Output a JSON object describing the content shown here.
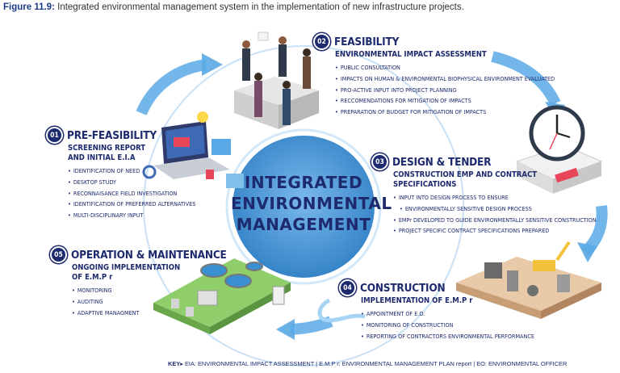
{
  "caption": {
    "label": "Figure 11.9:",
    "text": "Integrated environmental management system in the implementation of new infrastructure projects."
  },
  "center": {
    "line1": "INTEGRATED",
    "line2": "ENVIRONMENTAL",
    "line3": "MANAGEMENT"
  },
  "sections": {
    "s01": {
      "num": "01",
      "title": "PRE-FEASIBILITY",
      "sub1": "SCREENING REPORT",
      "sub2": "AND INITIAL E.I.A",
      "items": [
        "IDENTIFICATION OF NEED",
        "DESKTOP STUDY",
        "RECONNAISANCE FIELD INVESTIGATION",
        "IDENTIFICATION OF PREFERRED ALTERNATIVES",
        "MULTI-DISCIPLINARY INPUT"
      ]
    },
    "s02": {
      "num": "02",
      "title": "FEASIBILITY",
      "sub1": "ENVIRONMENTAL IMPACT ASSESSMENT",
      "items": [
        "PUBLIC CONSULTATION",
        "IMPACTS ON HUMAN & ENVIRONMENTAL BIOPHYSICAL ENVIRONMENT EVALUATED",
        "PRO-ACTIVE INPUT INTO PROJECT PLANNING",
        "RECCOMENDATIONS FOR MITIGATION OF IMPACTS",
        "PREPARATION OF BUDGET FOR MITIGATION OF IMPACTS"
      ]
    },
    "s03": {
      "num": "03",
      "title": "DESIGN & TENDER",
      "sub1": "CONSTRUCTION EMP AND CONTRACT",
      "sub2": "SPECIFICATIONS",
      "items": [
        "INPUT INTO DESIGN PROCESS TO ENSURE",
        "ENVIRONMENTALLY SENSITIVE DESIGN PROCESS",
        "EMPr DEVELOPED TO GUIDE ENVIRONMENTALLY SENSITIVE CONSTRUCTION",
        "PROJECT SPECIFIC CONTRACT SPECIFICATIONS PREPARED"
      ]
    },
    "s04": {
      "num": "04",
      "title": "CONSTRUCTION",
      "sub1": "IMPLEMENTATION OF E.M.P r",
      "items": [
        "APPOINTMENT OF E.O.",
        "MONITORING OF CONSTRUCTION",
        "REPORTING OF CONTRACTORS ENVIRONMENTAL PERFORMANCE"
      ]
    },
    "s05": {
      "num": "05",
      "title": "OPERATION & MAINTENANCE",
      "sub1": "ONGOING IMPLEMENTATION",
      "sub2": "OF E.M.P r",
      "items": [
        "MONITORING",
        "AUDITING",
        "ADAPTIVE MANAGMENT"
      ]
    }
  },
  "key": {
    "label": "KEY▸",
    "text": "EIA: ENVIRONMENTAL IMPACT ASSESSMENT  |  E.M.P r: ENVIRONMENTAL MANAGEMENT PLAN report  |  EO: ENVIRONMENTAL OFFICER"
  },
  "colors": {
    "navy": "#1e2a6e",
    "circle": "#4a90d0",
    "arrow": "#5aa9e6"
  }
}
